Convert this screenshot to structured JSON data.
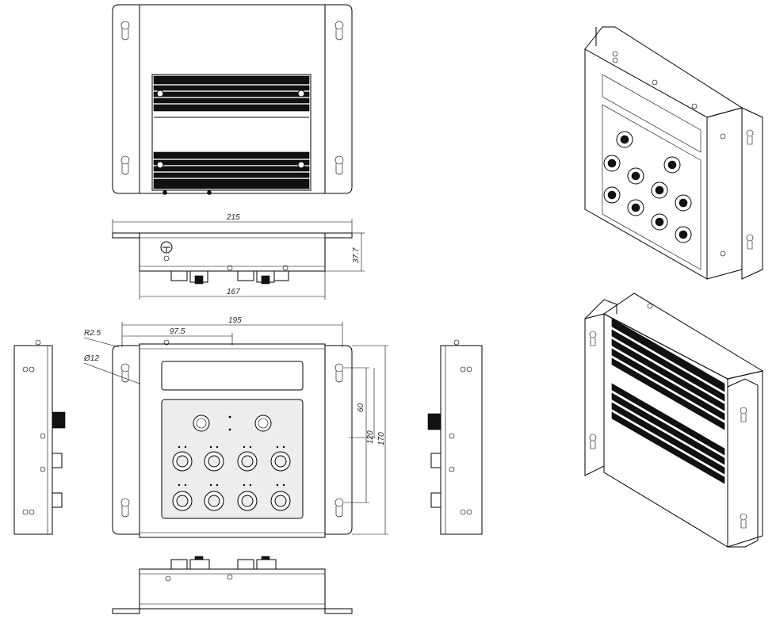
{
  "colors": {
    "line": "#000000",
    "background": "#ffffff",
    "fin": "#111111",
    "panel": "#ededed"
  },
  "dimensions": {
    "overall_width": "215",
    "body_width": "167",
    "height_side": "37.7",
    "front_width": "195",
    "half_width": "97.5",
    "corner_radius": "R2.5",
    "hole_diameter": "Ø12",
    "hole_spacing_small": "60",
    "hole_spacing_mid": "120",
    "overall_height": "170"
  },
  "views": [
    "top-view",
    "side-view-section",
    "front-view",
    "left-view",
    "right-view",
    "bottom-view",
    "iso-front-view",
    "iso-back-view"
  ]
}
